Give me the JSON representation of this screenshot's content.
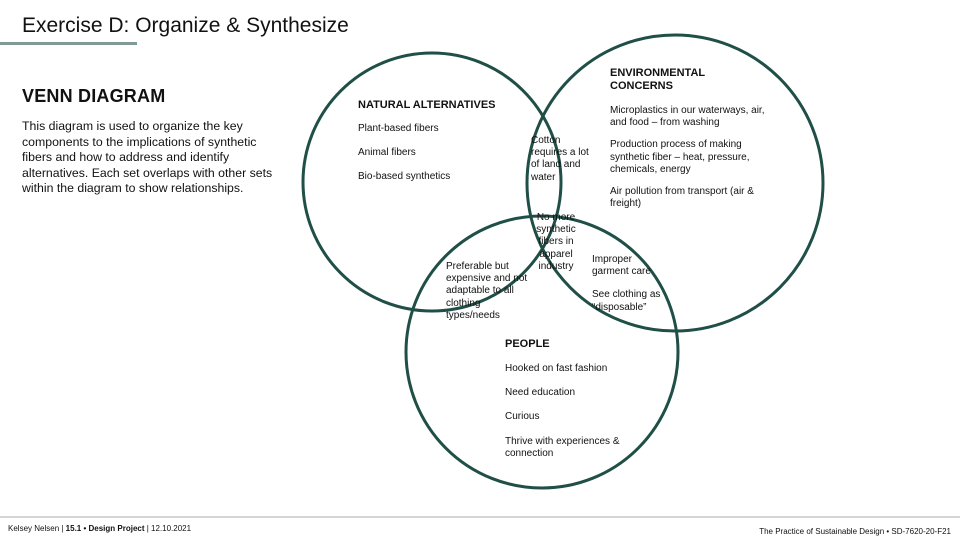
{
  "title": "Exercise D:  Organize & Synthesize",
  "heading": "VENN DIAGRAM",
  "description": "This diagram is used to organize the key components to the implications of synthetic fibers and how to address and identify alternatives.  Each set overlaps with other sets within the diagram to show relationships.",
  "colors": {
    "circle_stroke": "#1f4f46",
    "title_rule": "#7f9a97",
    "footer_rule": "#d5d5d5"
  },
  "venn": {
    "natural": {
      "title": "NATURAL ALTERNATIVES",
      "items": [
        "Plant-based fibers",
        "Animal fibers",
        "Bio-based synthetics"
      ]
    },
    "environmental": {
      "title_line1": "ENVIRONMENTAL",
      "title_line2": "CONCERNS",
      "items": [
        [
          "Microplastics in our waterways, air,",
          "and food – from washing"
        ],
        [
          "Production process of making",
          "synthetic fiber – heat, pressure,",
          "chemicals, energy"
        ],
        [
          "Air pollution from transport (air &",
          "freight)"
        ]
      ]
    },
    "people": {
      "title": "PEOPLE",
      "items": [
        "Hooked on fast fashion",
        "Need education",
        "Curious",
        [
          "Thrive with experiences &",
          "connection"
        ]
      ]
    },
    "natural_environmental": [
      "Cotton",
      "requires a lot",
      "of land and",
      "water"
    ],
    "natural_people": [
      "Preferable but",
      "expensive and not",
      "adaptable to all",
      "clothing",
      "types/needs"
    ],
    "environmental_people": {
      "items": [
        [
          "Improper",
          "garment care"
        ],
        [
          "See clothing as",
          "“disposable”"
        ]
      ]
    },
    "center": [
      "No more",
      "synthetic",
      "fibers in",
      "apparel",
      "industry"
    ]
  },
  "footer": {
    "author": "Kelsey Nelsen | ",
    "course": "15.1 • Design Project",
    "date": " | 12.10.2021",
    "right": "The Practice of Sustainable Design • SD-7620-20-F21"
  }
}
